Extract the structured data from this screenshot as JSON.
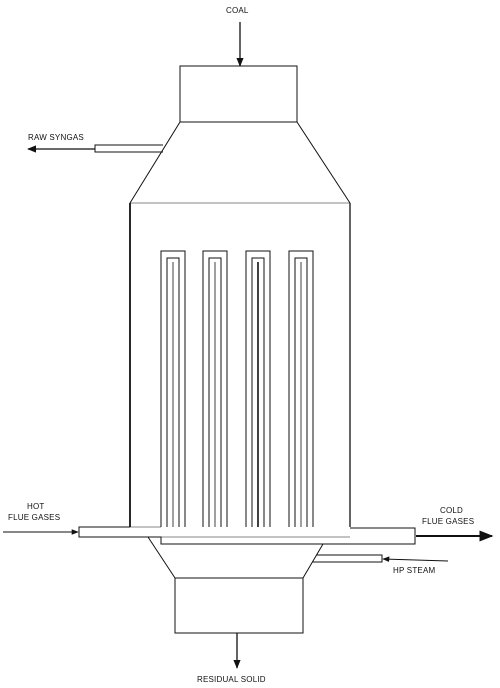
{
  "labels": {
    "coal": "COAL",
    "raw_syngas": "RAW SYNGAS",
    "hot_flue_line1": "HOT",
    "hot_flue_line2": "FLUE GASES",
    "cold_flue_line1": "COLD",
    "cold_flue_line2": "FLUE GASES",
    "hp_steam": "HP STEAM",
    "residual_solid": "RESIDUAL SOLID"
  },
  "colors": {
    "line": "#111111",
    "background": "#ffffff"
  }
}
